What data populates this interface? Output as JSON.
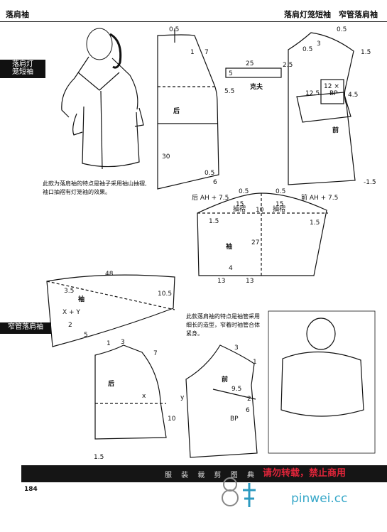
{
  "header": {
    "left_title": "落肩袖",
    "right_title": "落肩灯笼短袖　窄管落肩袖"
  },
  "tabs": {
    "first": "落肩灯\n笼短袖",
    "second": "窄管落肩袖"
  },
  "captions": {
    "first": "此款为落肩袖的特点是袖子采用袖山抽褶,袖口抽褶有灯笼袖的效果。",
    "second": "此款落肩袖的特点是袖管采用细长的造型，窄着时袖管合体紧身。"
  },
  "labels": {
    "back": "后",
    "front": "前",
    "cuff": "克夫",
    "sleeve": "袖",
    "bp": "BP",
    "gather": "抽褶",
    "back_ah": "后 AH + 7.5",
    "front_ah": "前 AH + 7.5",
    "xy": "X + Y",
    "half": "2",
    "cross_bp": "12 ×",
    "nums": {
      "n05": "0.5",
      "n7": "7",
      "n1": "1",
      "n25": "25",
      "n2_5": "2.5",
      "n5": "5",
      "n55": "5.5",
      "n30": "30",
      "n6": "6",
      "n15": "1.5",
      "n3": "3",
      "n125": "12.5",
      "n45": "4.5",
      "nm15": "-1.5",
      "n10": "10",
      "n15b": "15",
      "n27": "27",
      "n4": "4",
      "n13": "13",
      "n48": "48",
      "n35": "3.5",
      "n105": "10.5",
      "n95": "9.5",
      "n2": "2",
      "ny": "y",
      "nx": "x"
    }
  },
  "footer": {
    "page_number": "184",
    "band_text": "服 装 裁 剪 图 典",
    "watermark": "请勿转载，禁止商用",
    "site": "pinwei.cc"
  }
}
